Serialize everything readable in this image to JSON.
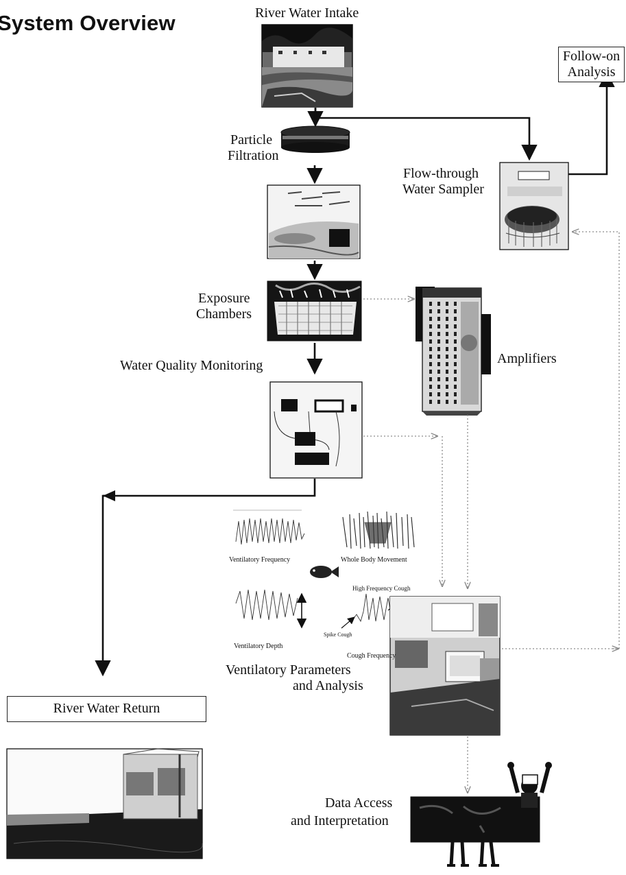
{
  "title": "System Overview",
  "stages": {
    "intake": "River Water Intake",
    "filtration_line1": "Particle",
    "filtration_line2": "Filtration",
    "sampler_line1": "Flow-through",
    "sampler_line2": "Water Sampler",
    "followon_line1": "Follow-on",
    "followon_line2": "Analysis",
    "exposure_line1": "Exposure",
    "exposure_line2": "Chambers",
    "amplifiers": "Amplifiers",
    "water_quality": "Water Quality Monitoring",
    "river_return": "River Water Return",
    "vent_line1": "Ventilatory Parameters",
    "vent_line2": "and Analysis",
    "data_line1": "Data Access",
    "data_line2": "and Interpretation"
  },
  "signals": {
    "vent_freq": "Ventilatory Frequency",
    "whole_body": "Whole Body Movement",
    "high_freq_cough": "High Frequency Cough",
    "vent_depth": "Ventilatory Depth",
    "spike_cough": "Spike Cough",
    "cough_freq": "Cough Frequency"
  },
  "colors": {
    "line": "#111111",
    "dotted": "#9a9a9a"
  },
  "icons": [
    "river-intake-photo",
    "filter-disc-icon",
    "filtration-photo",
    "water-sampler-photo",
    "exposure-chambers-photo",
    "amplifiers-photo",
    "water-quality-photo",
    "fish-icon",
    "computer-lab-photo",
    "river-return-photo",
    "data-presenter-icon"
  ]
}
